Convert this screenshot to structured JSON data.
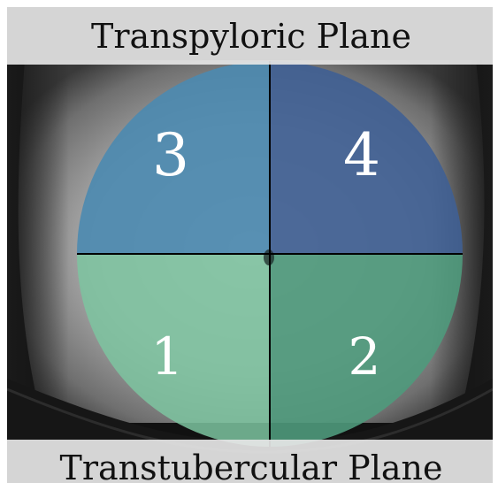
{
  "top_label": "Transpyloric Plane",
  "bottom_label": "Transtubercular Plane",
  "quadrants": [
    {
      "number": "3",
      "position": "upper-left",
      "color": "#4b8ab0"
    },
    {
      "number": "4",
      "position": "upper-right",
      "color": "#3f5f94"
    },
    {
      "number": "1",
      "position": "lower-left",
      "color": "#7cc4a0"
    },
    {
      "number": "2",
      "position": "lower-right",
      "color": "#4f9a7c"
    }
  ],
  "colors": {
    "banner": "#e6e6e6",
    "divider": "#000000"
  }
}
